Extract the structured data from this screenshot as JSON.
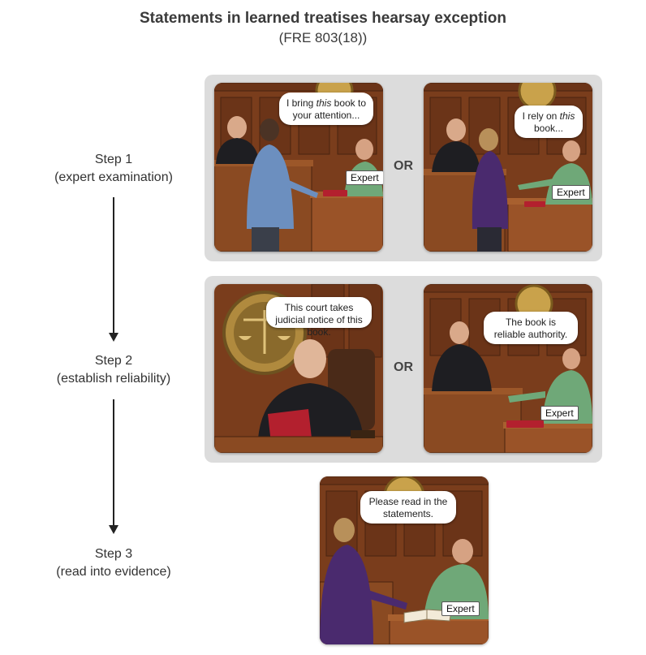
{
  "header": {
    "title": "Statements in learned treatises hearsay exception",
    "subtitle": "(FRE 803(18))"
  },
  "steps": [
    {
      "label": "Step 1",
      "desc": "(expert examination)"
    },
    {
      "label": "Step 2",
      "desc": "(establish reliability)"
    },
    {
      "label": "Step 3",
      "desc": "(read into evidence)"
    }
  ],
  "connector": "OR",
  "panels": {
    "p1": {
      "bubble_pre": "I bring ",
      "bubble_em": "this",
      "bubble_post": " book to your attention...",
      "tag": "Expert"
    },
    "p2": {
      "bubble_pre": "I rely on ",
      "bubble_em": "this",
      "bubble_post": " book...",
      "tag": "Expert"
    },
    "p3": {
      "bubble": "This court takes judicial notice of this book."
    },
    "p4": {
      "bubble": "The book is reliable authority.",
      "tag": "Expert"
    },
    "p5": {
      "bubble": "Please read in the statements.",
      "tag": "Expert"
    }
  },
  "colors": {
    "wood_dark": "#5a2e16",
    "wood_mid": "#8a4a22",
    "wood_light": "#b06a35",
    "group_bg": "#dcdcdc",
    "robe": "#1e1e22",
    "expert_shirt": "#6fa878",
    "lawyer_suit": "#6c8fbf",
    "lawyer_purple": "#4a2a6e",
    "book_red": "#b3202e"
  }
}
